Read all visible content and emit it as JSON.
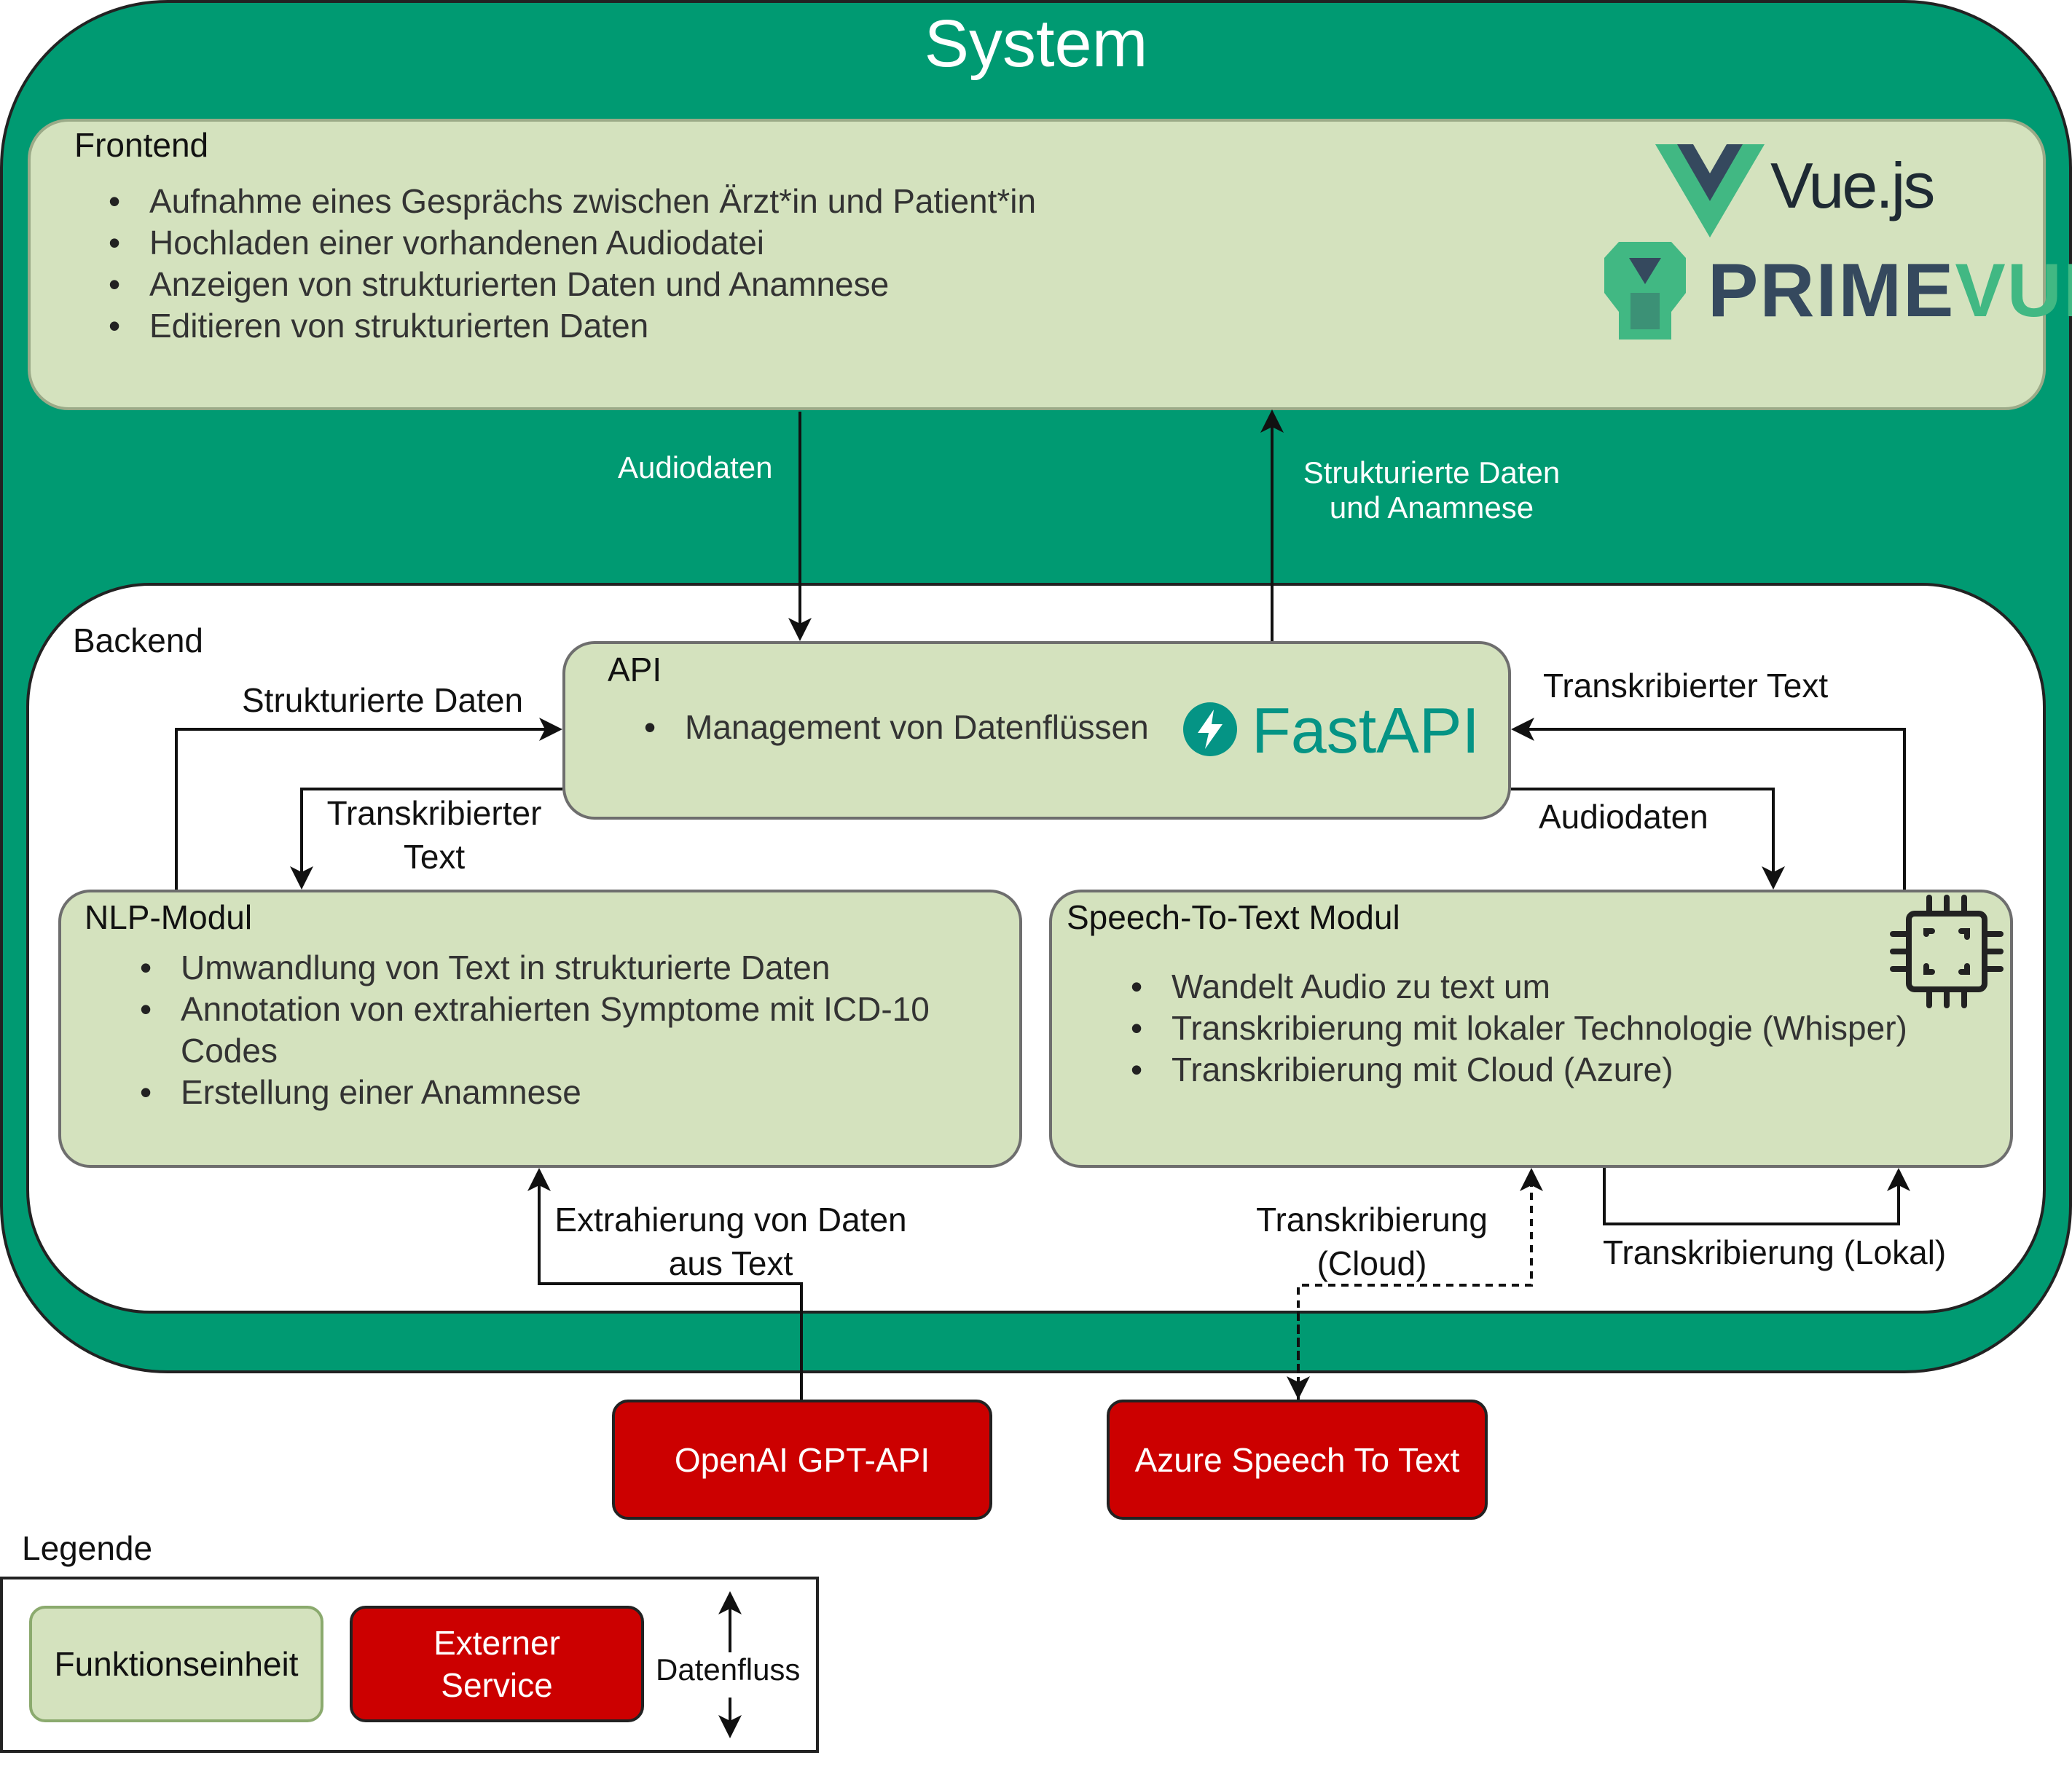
{
  "system": {
    "title": "System"
  },
  "frontend": {
    "title": "Frontend",
    "bullets": [
      "Aufnahme eines Gesprächs zwischen Ärzt*in und Patient*in",
      "Hochladen einer vorhandenen Audiodatei",
      "Anzeigen von strukturierten Daten und Anamnese",
      "Editieren von strukturierten Daten"
    ],
    "logos": {
      "vue": "Vue.js",
      "primevue_prime": "PRIME",
      "primevue_vue": "VUE"
    }
  },
  "flows_top": {
    "audio": "Audiodaten",
    "structured_line1": "Strukturierte Daten",
    "structured_line2": "und Anamnese"
  },
  "backend": {
    "title": "Backend"
  },
  "api": {
    "title": "API",
    "bullets": [
      "Management von Datenflüssen"
    ],
    "logo": "FastAPI"
  },
  "nlp": {
    "title": "NLP-Modul",
    "bullets": [
      "Umwandlung von Text in strukturierte Daten",
      "Annotation von extrahierten Symptome mit ICD-10 Codes",
      "Erstellung einer Anamnese"
    ]
  },
  "stt": {
    "title": "Speech-To-Text Modul",
    "bullets": [
      "Wandelt Audio zu  text um",
      "Transkribierung mit lokaler Technologie (Whisper)",
      "Transkribierung mit Cloud (Azure)"
    ]
  },
  "flows_backend": {
    "structured": "Strukturierte Daten",
    "transcribed_line1": "Transkribierter",
    "transcribed_line2": "Text",
    "transcribed_right": "Transkribierter Text",
    "audio_right": "Audiodaten",
    "extract_line1": "Extrahierung von Daten",
    "extract_line2": "aus Text",
    "cloud_line1": "Transkribierung",
    "cloud_line2": "(Cloud)",
    "local": "Transkribierung (Lokal)"
  },
  "external": {
    "gpt": "OpenAI GPT-API",
    "azure": "Azure Speech To Text"
  },
  "legend": {
    "title": "Legende",
    "unit": "Funktionseinheit",
    "external_line1": "Externer",
    "external_line2": "Service",
    "flow": "Datenfluss"
  },
  "colors": {
    "system": "#009A72",
    "unit_fill": "#D4E2BE",
    "external_fill": "#CC0000",
    "fastapi": "#059485",
    "vue_dark": "#35495E",
    "vue_green": "#41B883"
  },
  "icons": [
    "vue-logo-icon",
    "primevue-logo-icon",
    "fastapi-logo-icon",
    "cpu-chip-icon"
  ]
}
